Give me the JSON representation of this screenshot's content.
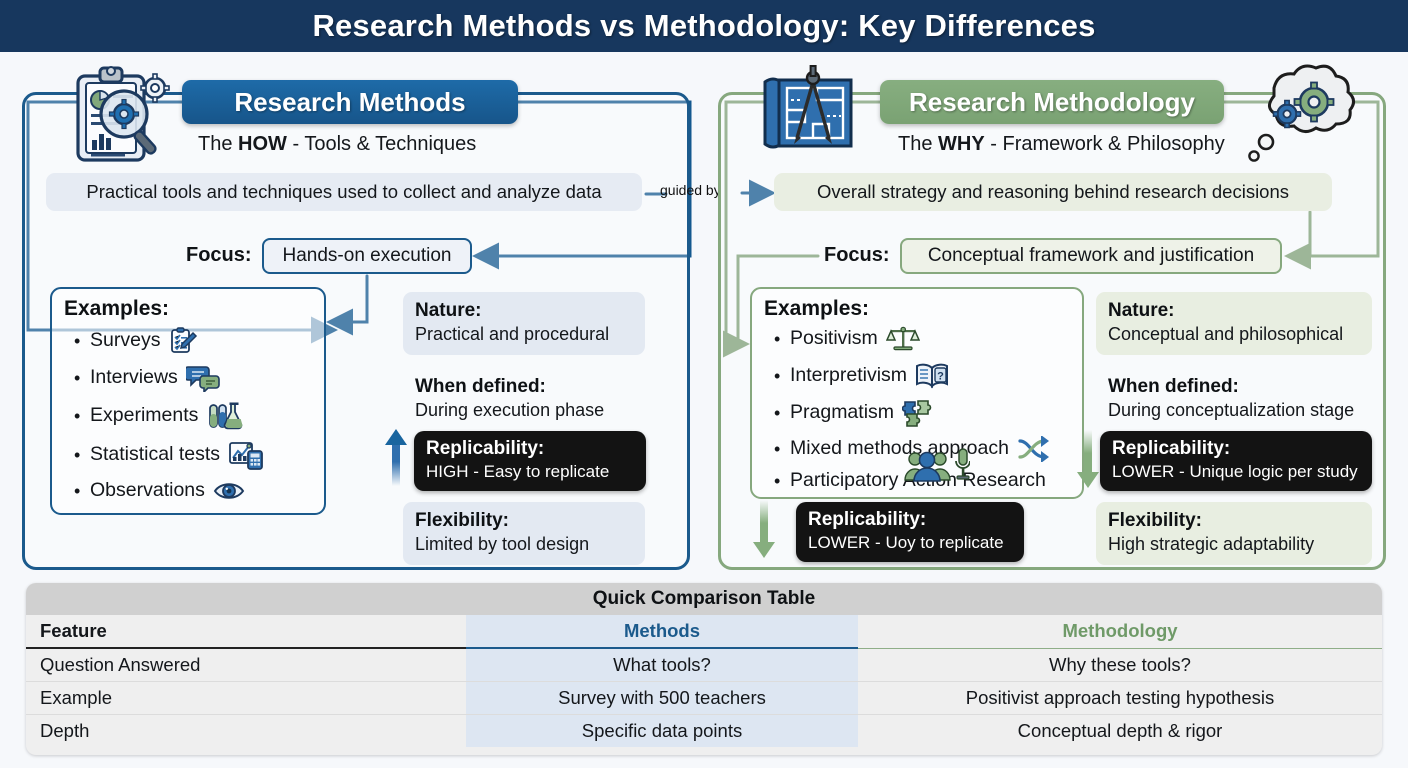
{
  "header": {
    "title": "Research Methods vs Methodology: Key Differences"
  },
  "colors": {
    "header_bg": "#17375e",
    "methods_blue": "#1b5a8c",
    "methodology_green": "#7aa273",
    "pill_black": "#131313"
  },
  "connector": {
    "guided_by_label": "guided by"
  },
  "left_panel": {
    "badge": "Research Methods",
    "subtitle_prefix": "The ",
    "subtitle_bold": "HOW",
    "subtitle_suffix": " - Tools & Techniques",
    "description": "Practical tools and techniques used to collect and analyze data",
    "focus_label": "Focus:",
    "focus_value": "Hands-on execution",
    "examples_title": "Examples:",
    "examples": [
      {
        "text": "Surveys",
        "icon": "clipboard-pencil-icon"
      },
      {
        "text": "Interviews",
        "icon": "speech-bubbles-icon"
      },
      {
        "text": "Experiments",
        "icon": "test-tubes-flask-icon"
      },
      {
        "text": "Statistical tests",
        "icon": "chart-calculator-icon"
      },
      {
        "text": "Observations",
        "icon": "eye-icon"
      }
    ],
    "attributes": [
      {
        "key": "Nature:",
        "value": "Practical and procedural"
      },
      {
        "key": "When defined:",
        "value": "During execution phase"
      },
      {
        "key": "Flexibility:",
        "value": "Limited by tool design"
      }
    ],
    "replicability": {
      "key": "Replicability:",
      "value": "HIGH - Easy to replicate",
      "trend": "up"
    },
    "icons": {
      "left": "clipboard-magnifier-gear-icon"
    }
  },
  "right_panel": {
    "badge": "Research Methodology",
    "subtitle_prefix": "The ",
    "subtitle_bold": "WHY",
    "subtitle_suffix": " - Framework & Philosophy",
    "description": "Overall strategy and reasoning behind research decisions",
    "focus_label": "Focus:",
    "focus_value": "Conceptual framework and justification",
    "examples_title": "Examples:",
    "examples": [
      {
        "text": "Positivism",
        "icon": "scales-balance-icon"
      },
      {
        "text": "Interpretivism",
        "icon": "open-book-question-icon"
      },
      {
        "text": "Pragmatism",
        "icon": "puzzle-pieces-icon"
      },
      {
        "text": "Mixed methods approach",
        "icon": "shuffle-arrows-icon"
      },
      {
        "text": "Participatory Action Research",
        "icon": "people-microphone-icon"
      }
    ],
    "attributes": [
      {
        "key": "Nature:",
        "value": "Conceptual and philosophical"
      },
      {
        "key": "When defined:",
        "value": "During conceptualization stage"
      },
      {
        "key": "Flexibility:",
        "value": "High strategic adaptability"
      }
    ],
    "replicability": {
      "key": "Replicability:",
      "value": "LOWER - Unique logic per study",
      "trend": "down"
    },
    "replicability_secondary": {
      "key": "Replicability:",
      "value": "LOWER - Uoy to replicate",
      "trend": "down"
    },
    "icons": {
      "left": "blueprint-compass-icon",
      "right": "thought-cloud-gears-icon"
    }
  },
  "table": {
    "title": "Quick Comparison Table",
    "columns": [
      "Feature",
      "Methods",
      "Methodology"
    ],
    "rows": [
      [
        "Question Answered",
        "What tools?",
        "Why these tools?"
      ],
      [
        "Example",
        "Survey with 500 teachers",
        "Positivist approach testing hypothesis"
      ],
      [
        "Depth",
        "Specific data points",
        "Conceptual depth & rigor"
      ]
    ]
  }
}
